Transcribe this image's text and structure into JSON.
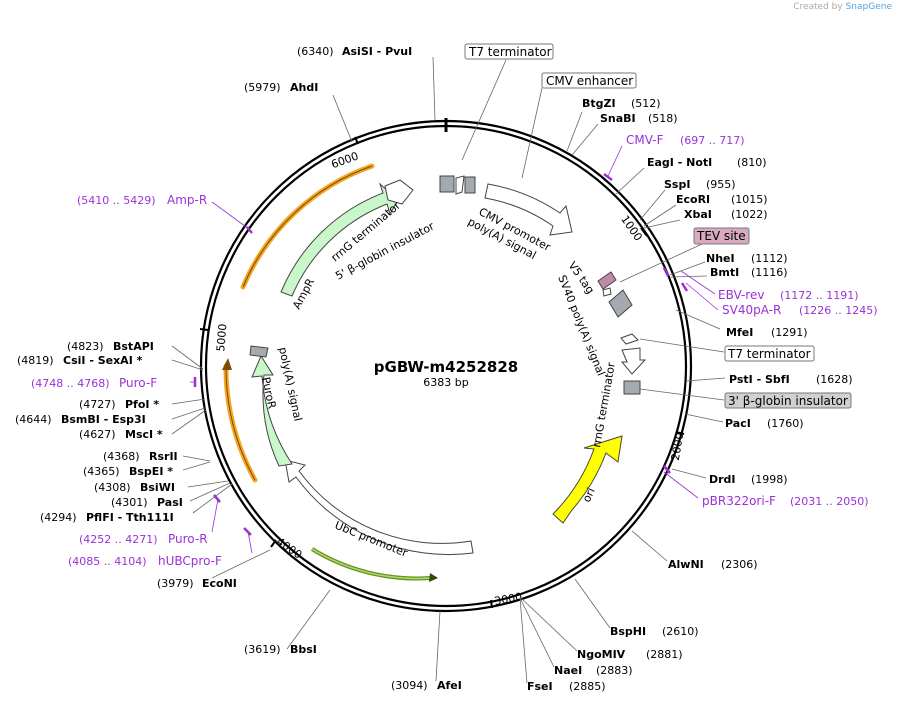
{
  "header": {
    "created_by": "Created by",
    "brand": "SnapGene"
  },
  "plasmid": {
    "name": "pGBW-m4252828",
    "size_label": "6383 bp"
  },
  "ticks": [
    "1000",
    "2000",
    "3000",
    "4000",
    "5000",
    "6000"
  ],
  "sites": [
    {
      "id": "asisi",
      "num": "(6340)",
      "name": "AsiSI  -  PvuI"
    },
    {
      "id": "ahdi",
      "num": "(5979)",
      "name": "AhdI"
    },
    {
      "id": "btgzi",
      "name": "BtgZI",
      "num": "(512)"
    },
    {
      "id": "snabi",
      "name": "SnaBI",
      "num": "(518)"
    },
    {
      "id": "eagi",
      "name": "EagI  -  NotI",
      "num": "(810)"
    },
    {
      "id": "sspi",
      "name": "SspI",
      "num": "(955)"
    },
    {
      "id": "ecori",
      "name": "EcoRI",
      "num": "(1015)"
    },
    {
      "id": "xbai",
      "name": "XbaI",
      "num": "(1022)"
    },
    {
      "id": "nhei",
      "name": "NheI",
      "num": "(1112)"
    },
    {
      "id": "bmti",
      "name": "BmtI",
      "num": "(1116)"
    },
    {
      "id": "mfei",
      "name": "MfeI",
      "num": "(1291)"
    },
    {
      "id": "psti",
      "name": "PstI  -  SbfI",
      "num": "(1628)"
    },
    {
      "id": "paci",
      "name": "PacI",
      "num": "(1760)"
    },
    {
      "id": "drdi",
      "name": "DrdI",
      "num": "(1998)"
    },
    {
      "id": "alwni",
      "name": "AlwNI",
      "num": "(2306)"
    },
    {
      "id": "bsphi",
      "name": "BspHI",
      "num": "(2610)"
    },
    {
      "id": "ngomiv",
      "name": "NgoMIV",
      "num": "(2881)"
    },
    {
      "id": "naei",
      "name": "NaeI",
      "num": "(2883)"
    },
    {
      "id": "fsei",
      "name": "FseI",
      "num": "(2885)"
    },
    {
      "id": "afei",
      "num": "(3094)",
      "name": "AfeI"
    },
    {
      "id": "bbsi",
      "num": "(3619)",
      "name": "BbsI"
    },
    {
      "id": "econi",
      "num": "(3979)",
      "name": "EcoNI"
    },
    {
      "id": "pflfi",
      "num": "(4294)",
      "name": "PflFI  -  Tth111I"
    },
    {
      "id": "pasi",
      "num": "(4301)",
      "name": "PasI"
    },
    {
      "id": "bsiwi",
      "num": "(4308)",
      "name": "BsiWI"
    },
    {
      "id": "bspei",
      "num": "(4365)",
      "name": "BspEI *"
    },
    {
      "id": "rsrii",
      "num": "(4368)",
      "name": "RsrII"
    },
    {
      "id": "msci",
      "num": "(4627)",
      "name": "MscI *"
    },
    {
      "id": "bsmbi",
      "num": "(4644)",
      "name": "BsmBI  -  Esp3I"
    },
    {
      "id": "pfoi",
      "num": "(4727)",
      "name": "PfoI *"
    },
    {
      "id": "csii",
      "num": "(4819)",
      "name": "CsiI  -  SexAI *"
    },
    {
      "id": "bstapi",
      "num": "(4823)",
      "name": "BstAPI"
    }
  ],
  "primers": [
    {
      "id": "cmvf",
      "name": "CMV-F",
      "range": "(697 .. 717)"
    },
    {
      "id": "ebvrev",
      "name": "EBV-rev",
      "range": "(1172 .. 1191)"
    },
    {
      "id": "sv40par",
      "name": "SV40pA-R",
      "range": "(1226 .. 1245)"
    },
    {
      "id": "pbr322orif",
      "name": "pBR322ori-F",
      "range": "(2031 .. 2050)"
    },
    {
      "id": "purorr",
      "range": "(4252 .. 4271)",
      "name": "Puro-R"
    },
    {
      "id": "hubcprof",
      "range": "(4085 .. 4104)",
      "name": "hUBCpro-F"
    },
    {
      "id": "purof",
      "range": "(4748 .. 4768)",
      "name": "Puro-F"
    },
    {
      "id": "ampr",
      "range": "(5410 .. 5429)",
      "name": "Amp-R"
    }
  ],
  "boxed_labels": {
    "t7_top": "T7 terminator",
    "cmv_enhancer": "CMV enhancer",
    "tev": "TEV site",
    "t7_right": "T7 terminator",
    "beta_globin_right": "3' β-globin insulator"
  },
  "feature_labels": {
    "cmv_promoter": "CMV promoter",
    "polya_signal_top": "poly(A) signal",
    "v5_tag": "V5 tag",
    "sv40_polya": "SV40 poly(A) signal",
    "rrng_terminator_right": "rrnG terminator",
    "ori": "ori",
    "ubc_promoter": "UbC promoter",
    "puror": "PuroR",
    "polya_signal_left": "poly(A) signal",
    "ampr": "AmpR",
    "rrng_terminator_top": "rrnG terminator",
    "beta_globin_top": "5' β-globin insulator"
  },
  "colors": {
    "enzyme": "#000000",
    "primer": "#9b30d9",
    "marker_green": "#c9f7c9",
    "ori_yellow": "#ffff00",
    "orange_orf": "#f5a623",
    "olive_orf": "#6b8e23",
    "tev_fill": "#d8a9c0",
    "insulator_fill": "#d0d0d0"
  }
}
